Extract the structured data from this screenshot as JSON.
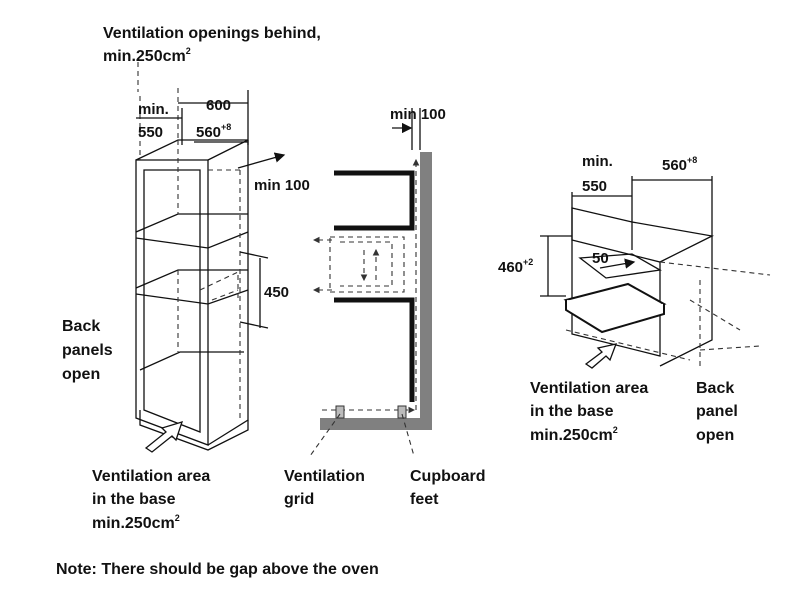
{
  "colors": {
    "ink": "#111111",
    "wall_gray": "#808080",
    "background": "#ffffff"
  },
  "labels": {
    "vent_behind_1": "Ventilation openings behind,",
    "vent_behind_2": "min.250cm",
    "back_panels_1": "Back",
    "back_panels_2": "panels",
    "back_panels_3": "open",
    "vent_base_left_1": "Ventilation area",
    "vent_base_left_2": "in the base",
    "vent_base_left_3": "min.250cm",
    "vent_grid_1": "Ventilation",
    "vent_grid_2": "grid",
    "cup_feet_1": "Cupboard",
    "cup_feet_2": "feet",
    "vent_base_right_1": "Ventilation area",
    "vent_base_right_2": "in the base",
    "vent_base_right_3": "min.250cm",
    "back_panel_1": "Back",
    "back_panel_2": "panel",
    "back_panel_3": "open",
    "sq": "2",
    "note": "Note: There should be gap above the oven"
  },
  "dims": {
    "left_min": "min.",
    "left_550": "550",
    "left_600": "600",
    "left_560": "560",
    "left_560_sup": "+8",
    "left_min100": "min 100",
    "left_450": "450",
    "mid_min100": "min 100",
    "right_min": "min.",
    "right_550": "550",
    "right_560": "560",
    "right_560_sup": "+8",
    "right_460": "460",
    "right_460_sup": "+2",
    "right_50": "50"
  }
}
